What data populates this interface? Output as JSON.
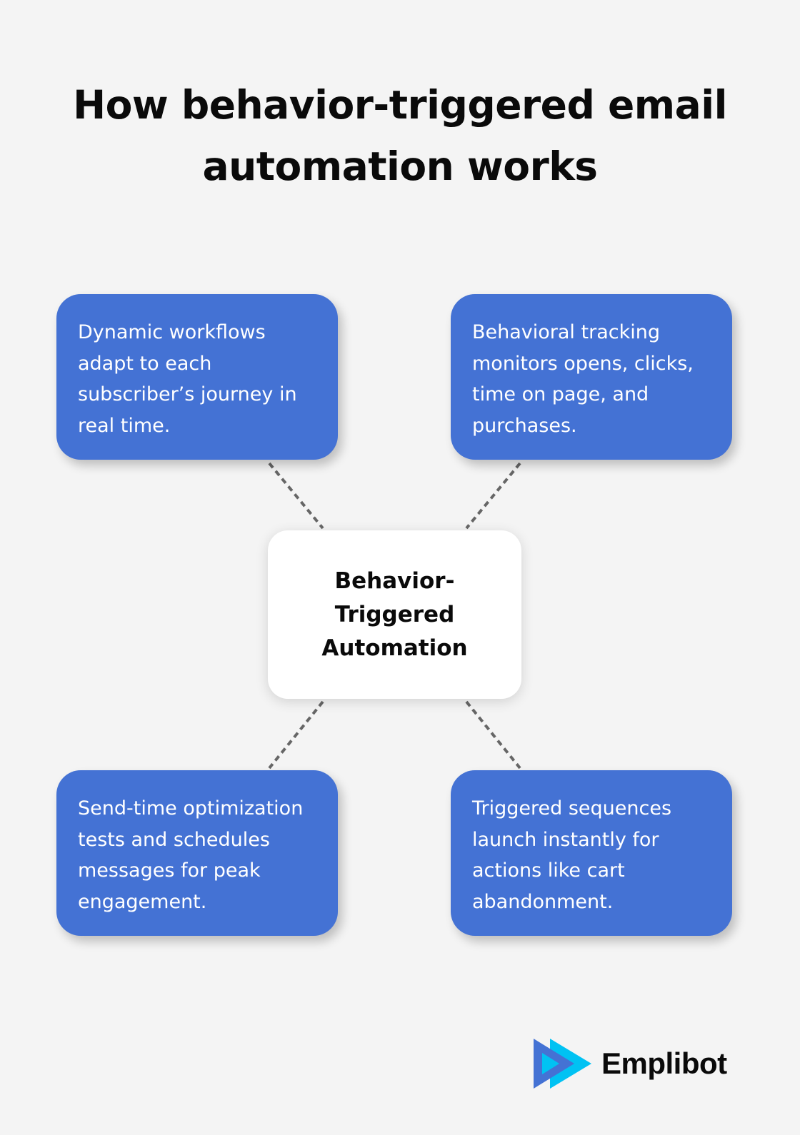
{
  "title": {
    "line1": "How behavior-triggered email",
    "line2": "automation works"
  },
  "center": {
    "label": "Behavior-Triggered Automation"
  },
  "cards": [
    {
      "position": "top-left",
      "text": "Dynamic workflows adapt to each subscriber’s journey in real time."
    },
    {
      "position": "top-right",
      "text": "Behavioral tracking monitors opens, clicks, time on page, and purchases."
    },
    {
      "position": "bottom-left",
      "text": "Send-time optimization tests and schedules messages for peak engagement."
    },
    {
      "position": "bottom-right",
      "text": "Triggered sequences launch instantly for actions like cart abandonment."
    }
  ],
  "logo": {
    "name": "Emplibot",
    "icon": "play-arrows-icon"
  },
  "colors": {
    "background": "#f4f4f4",
    "card": "#4472d4",
    "center_box": "#ffffff",
    "connector": "#666666",
    "logo_dark_blue": "#4472d4",
    "logo_light_blue": "#00c2f3"
  }
}
